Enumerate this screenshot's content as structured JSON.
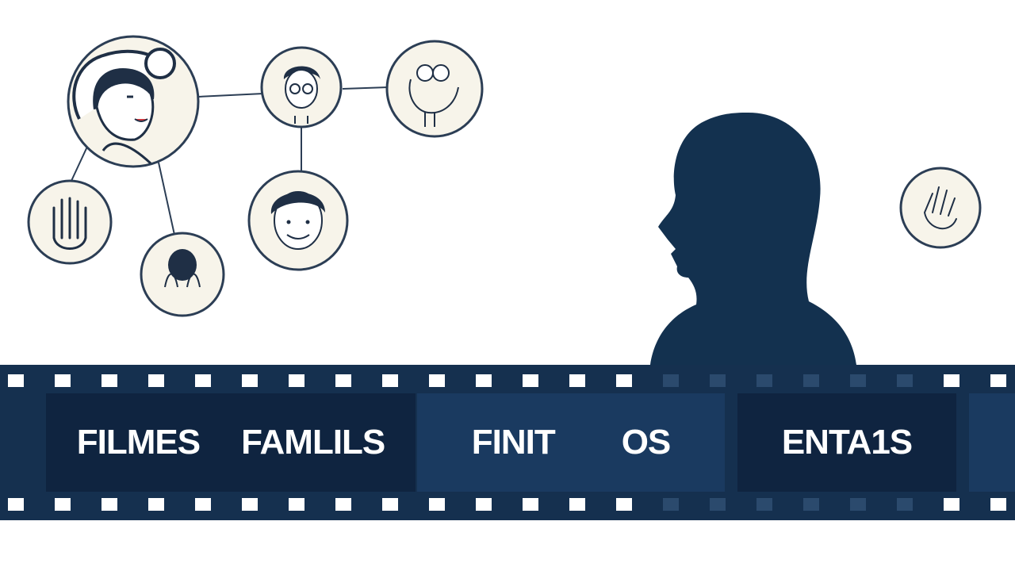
{
  "colors": {
    "navy": "#15304f",
    "silhouette": "#13314f",
    "bubble_fill": "#f7f4ea",
    "line": "#2c3e55",
    "accent_red": "#d0393f"
  },
  "icons": [
    "woman-face-icon",
    "man-with-glasses-icon",
    "clasped-hands-icon",
    "raised-hand-icon",
    "smiling-boy-icon",
    "person-covering-face-icon",
    "open-palm-icon",
    "person-silhouette"
  ],
  "film_strip": {
    "frames": [
      {
        "labels": [
          "FILMES",
          "FAMLILS"
        ]
      },
      {
        "labels": [
          "FINIT",
          "OS"
        ]
      },
      {
        "labels": [
          "ENTA1S"
        ]
      }
    ]
  }
}
